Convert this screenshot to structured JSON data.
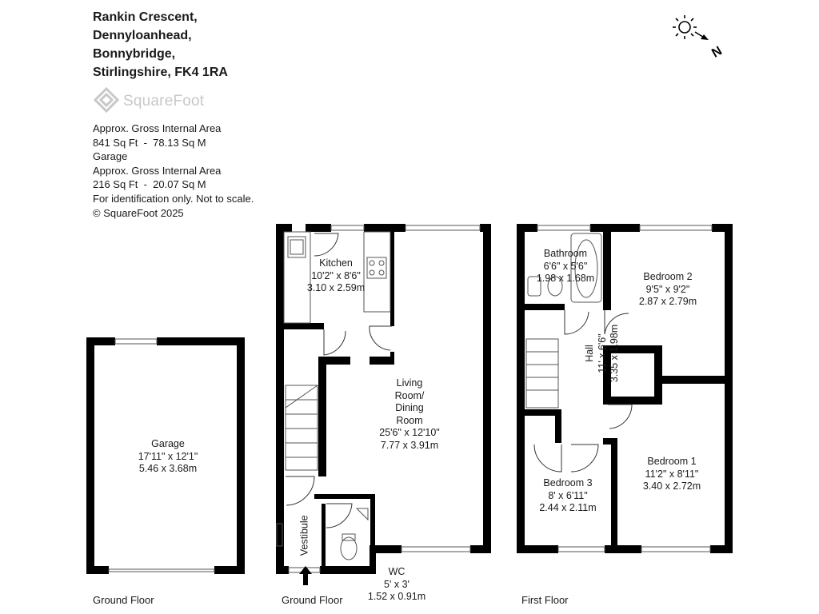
{
  "address": {
    "line1": "Rankin Crescent,",
    "line2": "Dennyloanhead,",
    "line3": "Bonnybridge,",
    "line4": "Stirlingshire, FK4 1RA"
  },
  "logo": {
    "text": "SquareFoot",
    "icon": "squarefoot-logo-icon"
  },
  "area_info": {
    "line1": "Approx. Gross Internal Area",
    "line2": "841 Sq Ft  -  78.13 Sq M",
    "line3": "Garage",
    "line4": "Approx. Gross Internal Area",
    "line5": "216 Sq Ft  -  20.07 Sq M",
    "line6": "For identification only. Not to scale.",
    "line7": "© SquareFoot 2025"
  },
  "compass": {
    "letter": "N",
    "icon": "sun-compass-icon"
  },
  "rooms": {
    "garage": {
      "name": "Garage",
      "imperial": "17'11\" x 12'1\"",
      "metric": "5.46 x 3.68m"
    },
    "kitchen": {
      "name": "Kitchen",
      "imperial": "10'2\" x 8'6\"",
      "metric": "3.10 x 2.59m"
    },
    "living": {
      "name1": "Living",
      "name2": "Room/",
      "name3": "Dining",
      "name4": "Room",
      "imperial": "25'6\" x 12'10\"",
      "metric": "7.77 x 3.91m"
    },
    "vestibule": {
      "name": "Vestibule"
    },
    "wc": {
      "name": "WC",
      "imperial": "5' x 3'",
      "metric": "1.52 x 0.91m"
    },
    "bathroom": {
      "name": "Bathroom",
      "imperial": "6'6\" x 5'6\"",
      "metric": "1.98 x 1.68m"
    },
    "bedroom2": {
      "name": "Bedroom 2",
      "imperial": "9'5\" x 9'2\"",
      "metric": "2.87 x 2.79m"
    },
    "hall": {
      "name": "Hall",
      "imperial": "11' x 6'6\"",
      "metric": "3.35 x 1.98m"
    },
    "bedroom1": {
      "name": "Bedroom 1",
      "imperial": "11'2\" x 8'11\"",
      "metric": "3.40 x 2.72m"
    },
    "bedroom3": {
      "name": "Bedroom 3",
      "imperial": "8' x 6'11\"",
      "metric": "2.44 x 2.11m"
    }
  },
  "floor_labels": {
    "garage": "Ground Floor",
    "ground": "Ground Floor",
    "first": "First Floor"
  },
  "colors": {
    "wall": "#000000",
    "text": "#1a1a1a",
    "logo": "#c8c8c8"
  }
}
